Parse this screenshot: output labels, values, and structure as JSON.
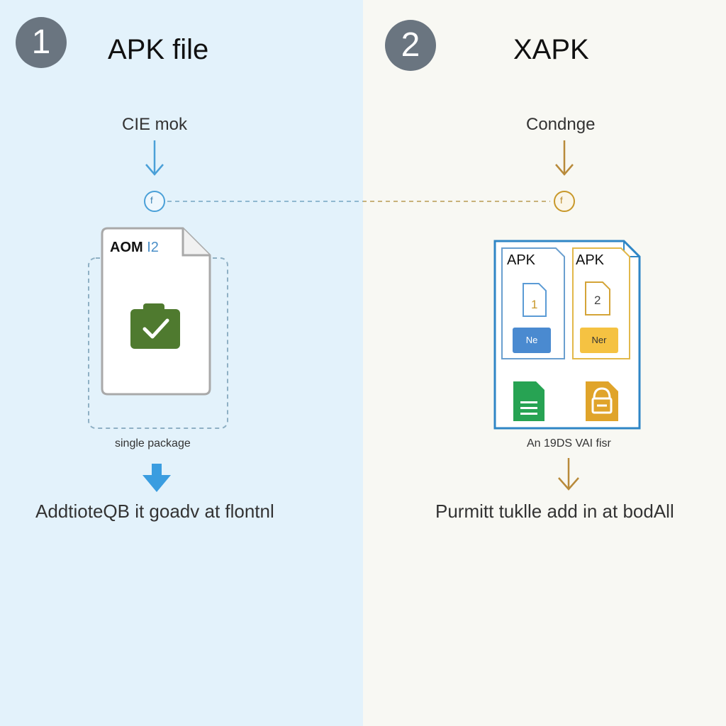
{
  "colors": {
    "left_bg": "#e3f2fb",
    "right_bg": "#f8f8f3",
    "badge": "#6a7580",
    "blue_accent": "#4aa0d8",
    "gold_accent": "#c8982a",
    "green_check": "#4f7a2f"
  },
  "left": {
    "step": "1",
    "title": "APK file",
    "sub_label": "CIE mok",
    "node_glyph": "f",
    "file_label_main": "AOM",
    "file_label_num": "I2",
    "caption": "single package",
    "bottom_text": "AddtioteQB it goadv at flontnl",
    "icons": [
      "arrow-down-icon",
      "file-icon",
      "check-briefcase-icon",
      "arrow-down-filled-icon"
    ]
  },
  "right": {
    "step": "2",
    "title": "XAPK",
    "sub_label": "Condnge",
    "node_glyph": "f",
    "sub_files": [
      {
        "head": "APK",
        "number": "1",
        "chip": "Ne"
      },
      {
        "head": "APK",
        "number": "2",
        "chip": "Ner"
      }
    ],
    "caption": "An 19DS VAI fisr",
    "bottom_text": "Purmitt tuklle add in at bodAll",
    "icons": [
      "arrow-down-icon",
      "spreadsheet-icon",
      "lock-file-icon"
    ]
  }
}
